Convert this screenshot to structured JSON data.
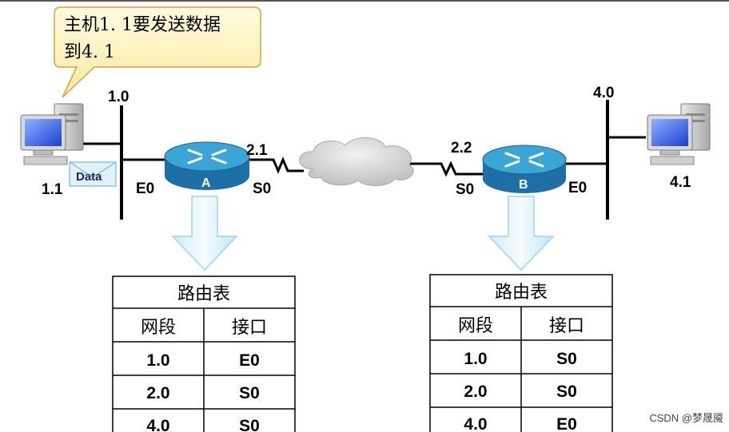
{
  "callout": {
    "line1": "主机1. 1要发送数据",
    "line2": "到4. 1"
  },
  "hosts": {
    "left": {
      "label": "1.1",
      "envelope_label": "Data",
      "icon": "computer-icon"
    },
    "right": {
      "label": "4.1",
      "icon": "computer-icon"
    }
  },
  "networks": {
    "left": "1.0",
    "right": "4.0"
  },
  "routers": {
    "a": {
      "name": "A",
      "ethernet": "E0",
      "serial": "S0",
      "serial_ip": "2.1"
    },
    "b": {
      "name": "B",
      "ethernet": "E0",
      "serial": "S0",
      "serial_ip": "2.2"
    }
  },
  "routing_tables": {
    "a": {
      "title": "路由表",
      "headers": [
        "网段",
        "接口"
      ],
      "rows": [
        [
          "1.0",
          "E0"
        ],
        [
          "2.0",
          "S0"
        ],
        [
          "4.0",
          "S0"
        ]
      ]
    },
    "b": {
      "title": "路由表",
      "headers": [
        "网段",
        "接口"
      ],
      "rows": [
        [
          "1.0",
          "S0"
        ],
        [
          "2.0",
          "S0"
        ],
        [
          "4.0",
          "E0"
        ]
      ]
    }
  },
  "watermark": {
    "csdn": "CSDN @梦晟魇"
  },
  "colors": {
    "bubble_fill": "#fdf2b4",
    "bubble_stroke": "#d7a33a",
    "router_top": "#39a6d6",
    "router_side": "#1e6fa6",
    "arrow_fill": "#dff3fb",
    "arrow_stroke": "#9fd2ec",
    "cloud": "#d9d9d9"
  }
}
